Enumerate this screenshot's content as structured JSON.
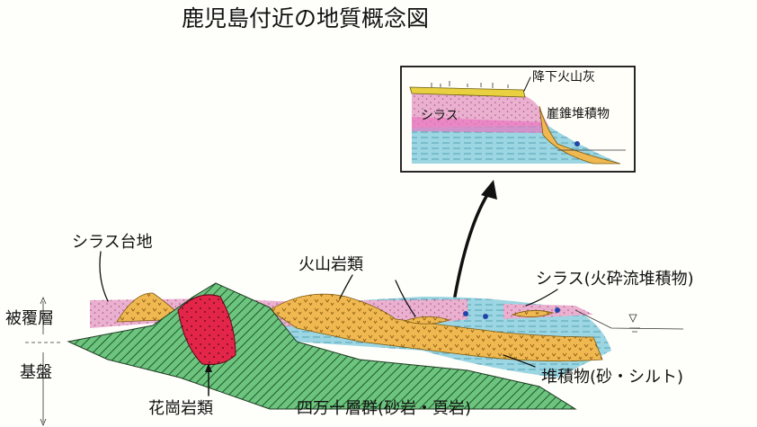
{
  "title": "鹿児島付近の地質概念図",
  "labels": {
    "shirasu_plateau": "シラス台地",
    "volcanic_rocks": "火山岩類",
    "shirasu_pyroclastic": "シラス(火砕流堆積物)",
    "cover_layer": "被覆層",
    "basement": "基盤",
    "granite": "花崗岩類",
    "shimanto": "四万十層群(砂岩・頁岩)",
    "sediments": "堆積物(砂・シルト)"
  },
  "inset": {
    "ash": "降下火山灰",
    "shirasu": "シラス",
    "talus": "崖錐堆積物"
  },
  "colors": {
    "shirasu_pink": "#eab0d0",
    "volcanic_orange": "#f0b850",
    "sediment_blue": "#9bd6e2",
    "basement_green": "#6cc47e",
    "granite_red": "#e4254a",
    "ash_yellow": "#e8d040",
    "water_line": "#333333"
  }
}
